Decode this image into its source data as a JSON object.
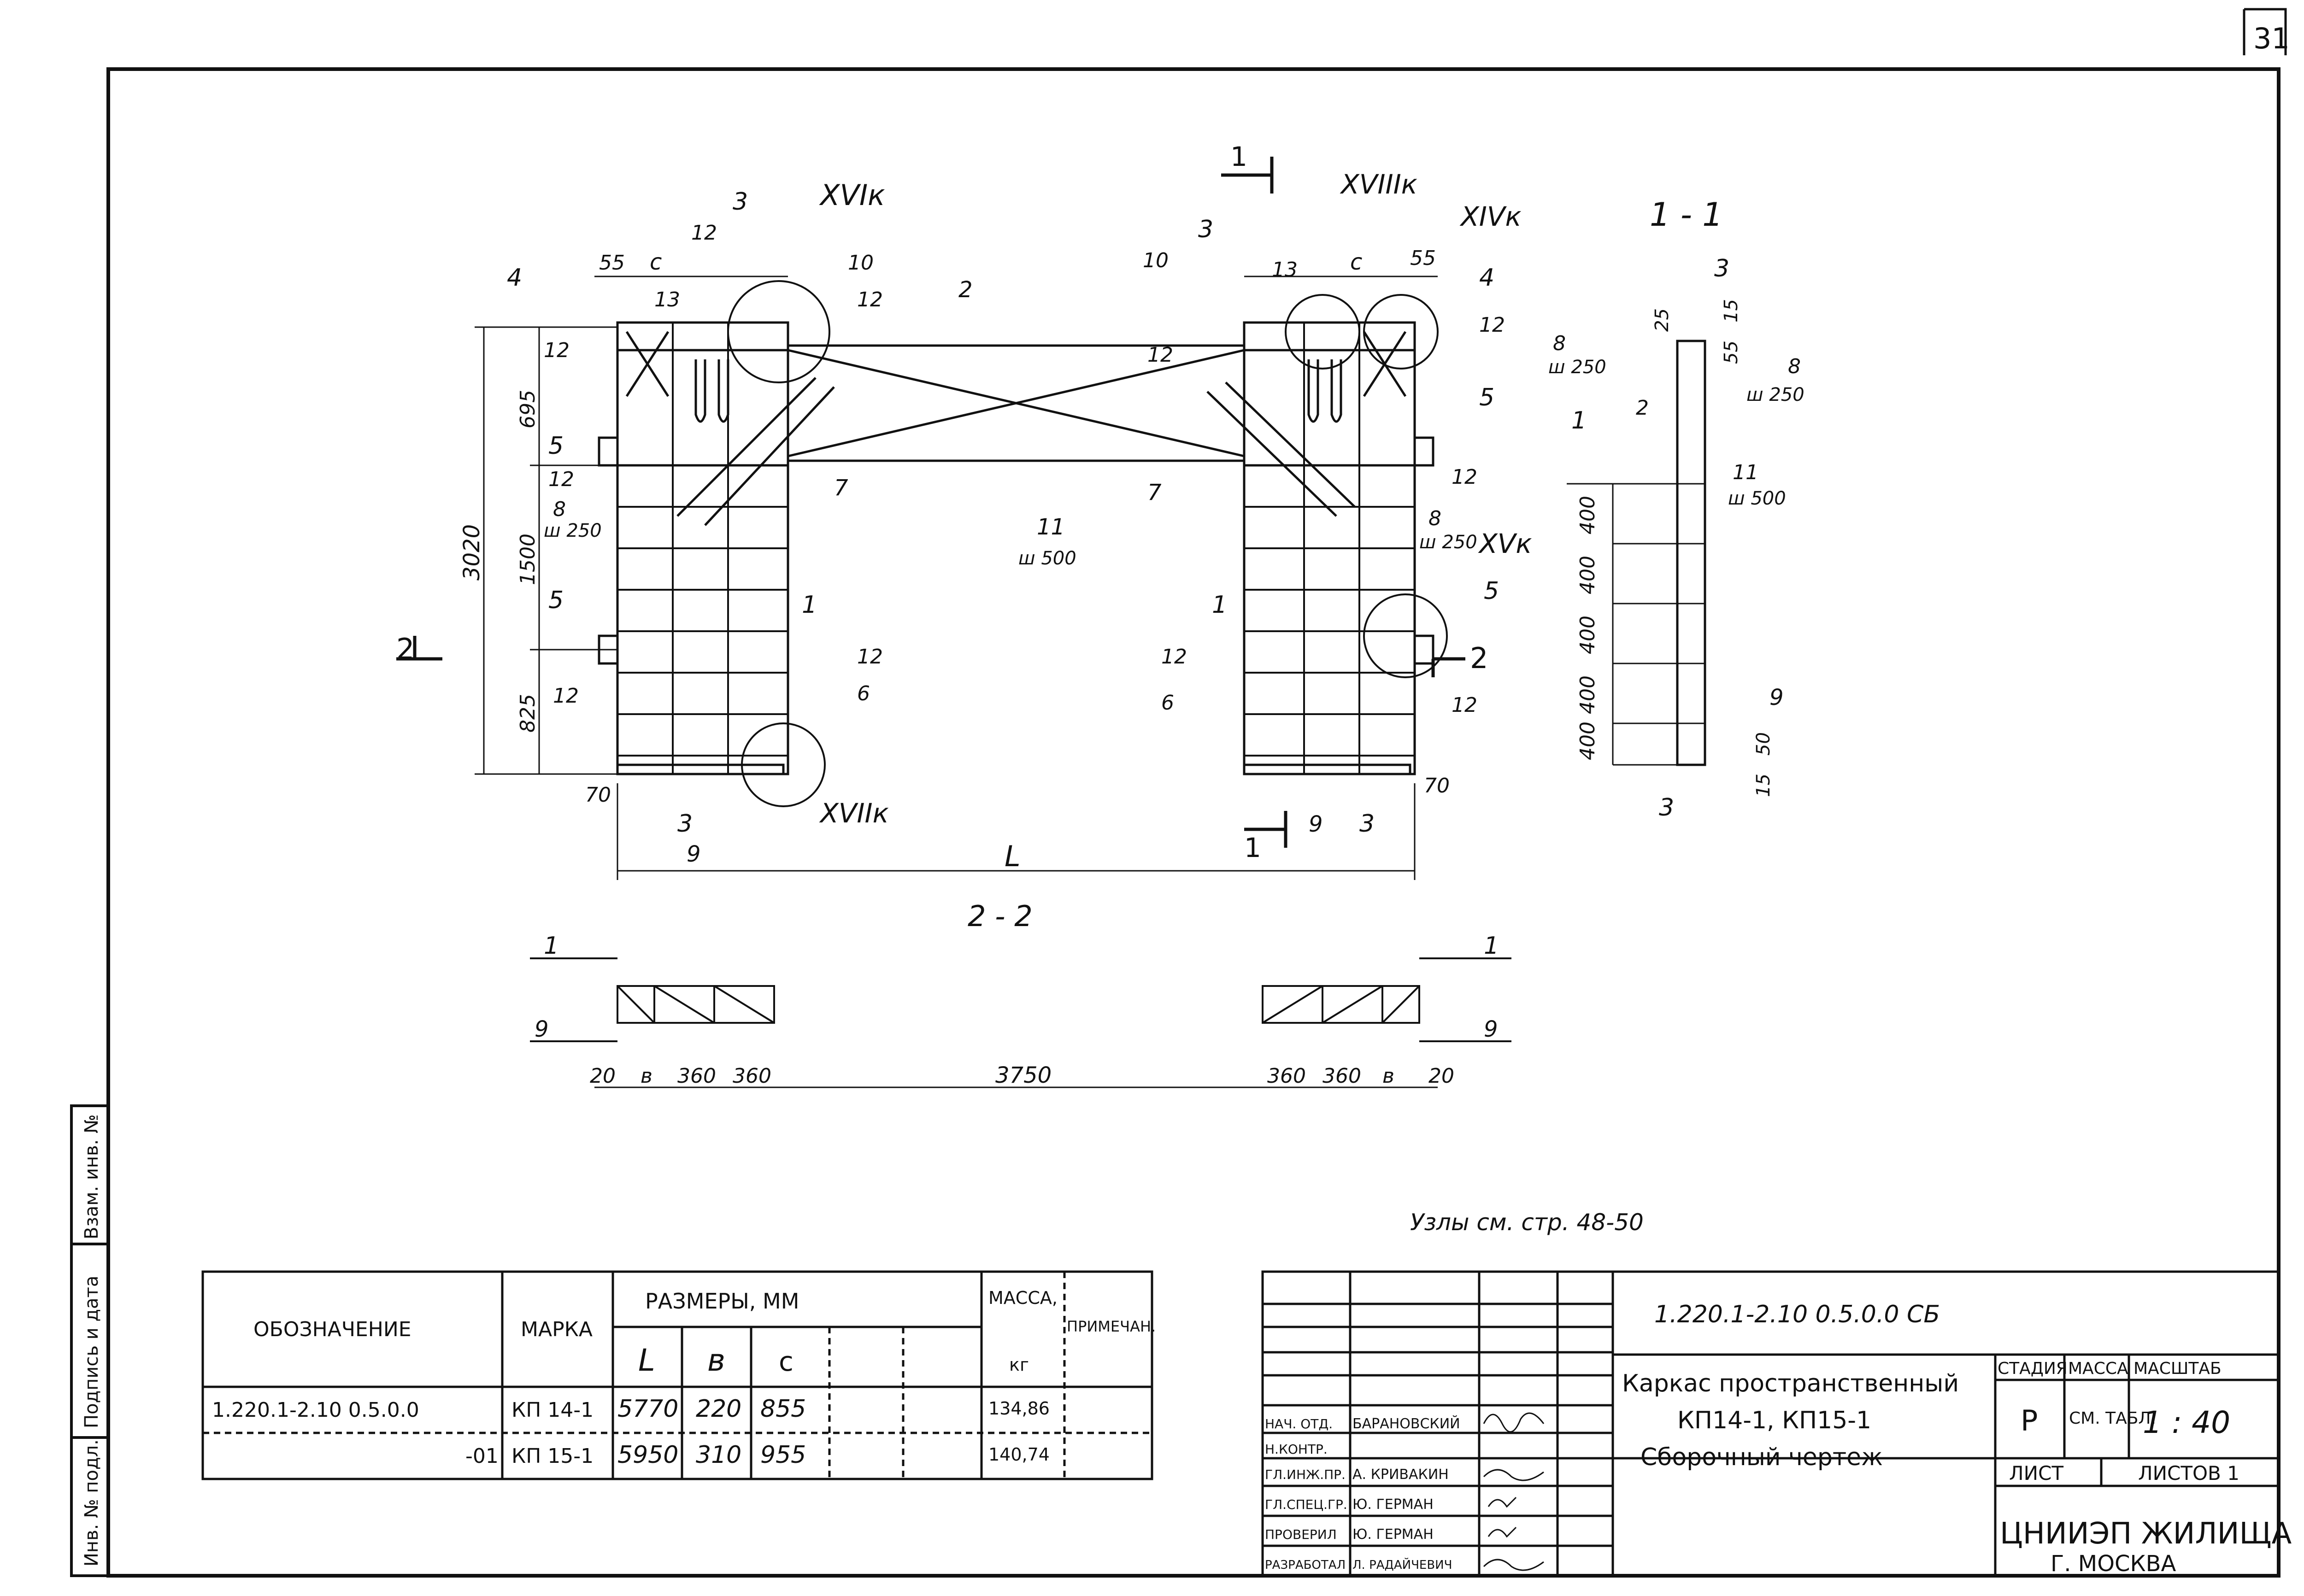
{
  "page_number": "31",
  "nodes_note": "Узлы  см. стр. 48-50",
  "side_stamp": [
    "Инв. № подл.",
    "Подпись и дата",
    "Взам. инв. №"
  ],
  "views": {
    "plan": {
      "leaders": [
        "1",
        "2",
        "3",
        "4",
        "5",
        "6",
        "7",
        "8",
        "9",
        "10",
        "11",
        "12",
        "13"
      ],
      "nodes": [
        "XVIк",
        "XVIIIк",
        "XIVк",
        "XVк",
        "XVIIк"
      ],
      "dims": {
        "d55": "55",
        "dc": "с",
        "d695": "695",
        "d1500": "1500",
        "d3020": "3020",
        "d825": "825",
        "d70": "70",
        "dL": "L",
        "w250": "ш 250",
        "w500": "ш 500"
      },
      "section_marks": {
        "s1": "1",
        "s2": "2"
      }
    },
    "section_1_1": {
      "title": "1 - 1",
      "dims": [
        "25",
        "15",
        "55",
        "400",
        "400",
        "400",
        "400",
        "400",
        "50",
        "15"
      ],
      "notes": {
        "w250": "ш 250",
        "w500": "ш 500"
      }
    },
    "section_2_2": {
      "title": "2 - 2",
      "dims_left": [
        "20",
        "в",
        "360",
        "360"
      ],
      "dim_mid": "3750",
      "dims_right": [
        "360",
        "360",
        "в",
        "20"
      ]
    }
  },
  "spec_table": {
    "headers": {
      "designation": "ОБОЗНАЧЕНИЕ",
      "mark": "МАРКА",
      "sizes": "РАЗМЕРЫ, ММ",
      "L": "L",
      "b": "в",
      "c": "с",
      "mass": "МАССА,",
      "mass_unit": "кг",
      "note": "ПРИМЕЧАН."
    },
    "rows": [
      {
        "designation": "1.220.1-2.10   0.5.0.0",
        "mark": "КП 14-1",
        "L": "5770",
        "b": "220",
        "c": "855",
        "mass": "134,86"
      },
      {
        "designation": "-01",
        "mark": "КП 15-1",
        "L": "5950",
        "b": "310",
        "c": "955",
        "mass": "140,74"
      }
    ]
  },
  "title_block": {
    "code": "1.220.1-2.10  0.5.0.0  СБ",
    "title_lines": [
      "Каркас пространственный",
      "КП14-1, КП15-1",
      "Сборочный чертеж"
    ],
    "stage_label": "СТАДИЯ",
    "mass_label": "МАССА",
    "scale_label": "МАСШТАБ",
    "stage": "Р",
    "mass": "СМ. ТАБЛ.",
    "scale": "1 : 40",
    "sheet_label": "ЛИСТ",
    "sheets_label": "ЛИСТОВ 1",
    "org": "ЦНИИЭП ЖИЛИЩА",
    "city": "Г. МОСКВА",
    "signatures": [
      {
        "role": "НАЧ. ОТД.",
        "name": "БАРАНОВСКИЙ"
      },
      {
        "role": "Н.КОНТР.",
        "name": ""
      },
      {
        "role": "ГЛ.ИНЖ.ПР.",
        "name": "А. КРИВАКИН"
      },
      {
        "role": "ГЛ.СПЕЦ.ГР.",
        "name": "Ю. ГЕРМАН"
      },
      {
        "role": "ПРОВЕРИЛ",
        "name": "Ю. ГЕРМАН"
      },
      {
        "role": "РАЗРАБОТАЛ",
        "name": "Л. РАДАЙЧЕВИЧ"
      }
    ]
  }
}
